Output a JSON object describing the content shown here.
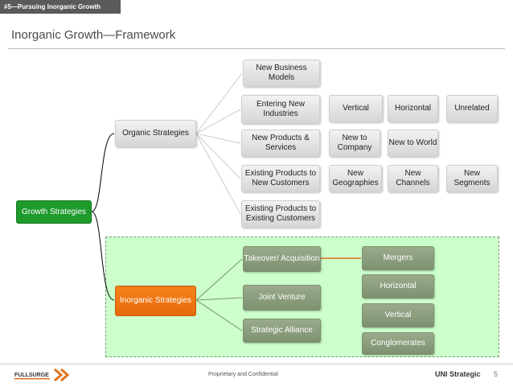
{
  "header": {
    "section_label": "#5—Pursuing Inorganic Growth"
  },
  "slide": {
    "title": "Inorganic Growth—Framework"
  },
  "diagram": {
    "root": "Growth Strategies",
    "organic": "Organic Strategies",
    "inorganic": "Inorganic Strategies",
    "organic_items": [
      "New Business Models",
      "Entering New Industries",
      "New Products & Services",
      "Existing Products to New Customers",
      "Existing Products to Existing Customers"
    ],
    "industries_row": [
      "Vertical",
      "Horizontal",
      "Unrelated"
    ],
    "products_row": [
      "New to Company",
      "New to World"
    ],
    "customers_row": [
      "New Geographies",
      "New Channels",
      "New Segments"
    ],
    "inorganic_items": [
      "Takeover/ Acquisition",
      "Joint Venture",
      "Strategic Alliance"
    ],
    "acquisition_types": [
      "Mergers",
      "Horizontal",
      "Vertical",
      "Conglomerates"
    ]
  },
  "footer": {
    "logo_text": "FULLSURGE",
    "confidential": "Proprietary and Confidential",
    "brand": "UNI Strategic",
    "page": "5"
  },
  "colors": {
    "root_green": "#1f9a2c",
    "inorganic_orange": "#f7821d",
    "sage_node": "#8a9c7c",
    "inorganic_area": "#ccffcc",
    "connector_orange": "#e0701a"
  }
}
